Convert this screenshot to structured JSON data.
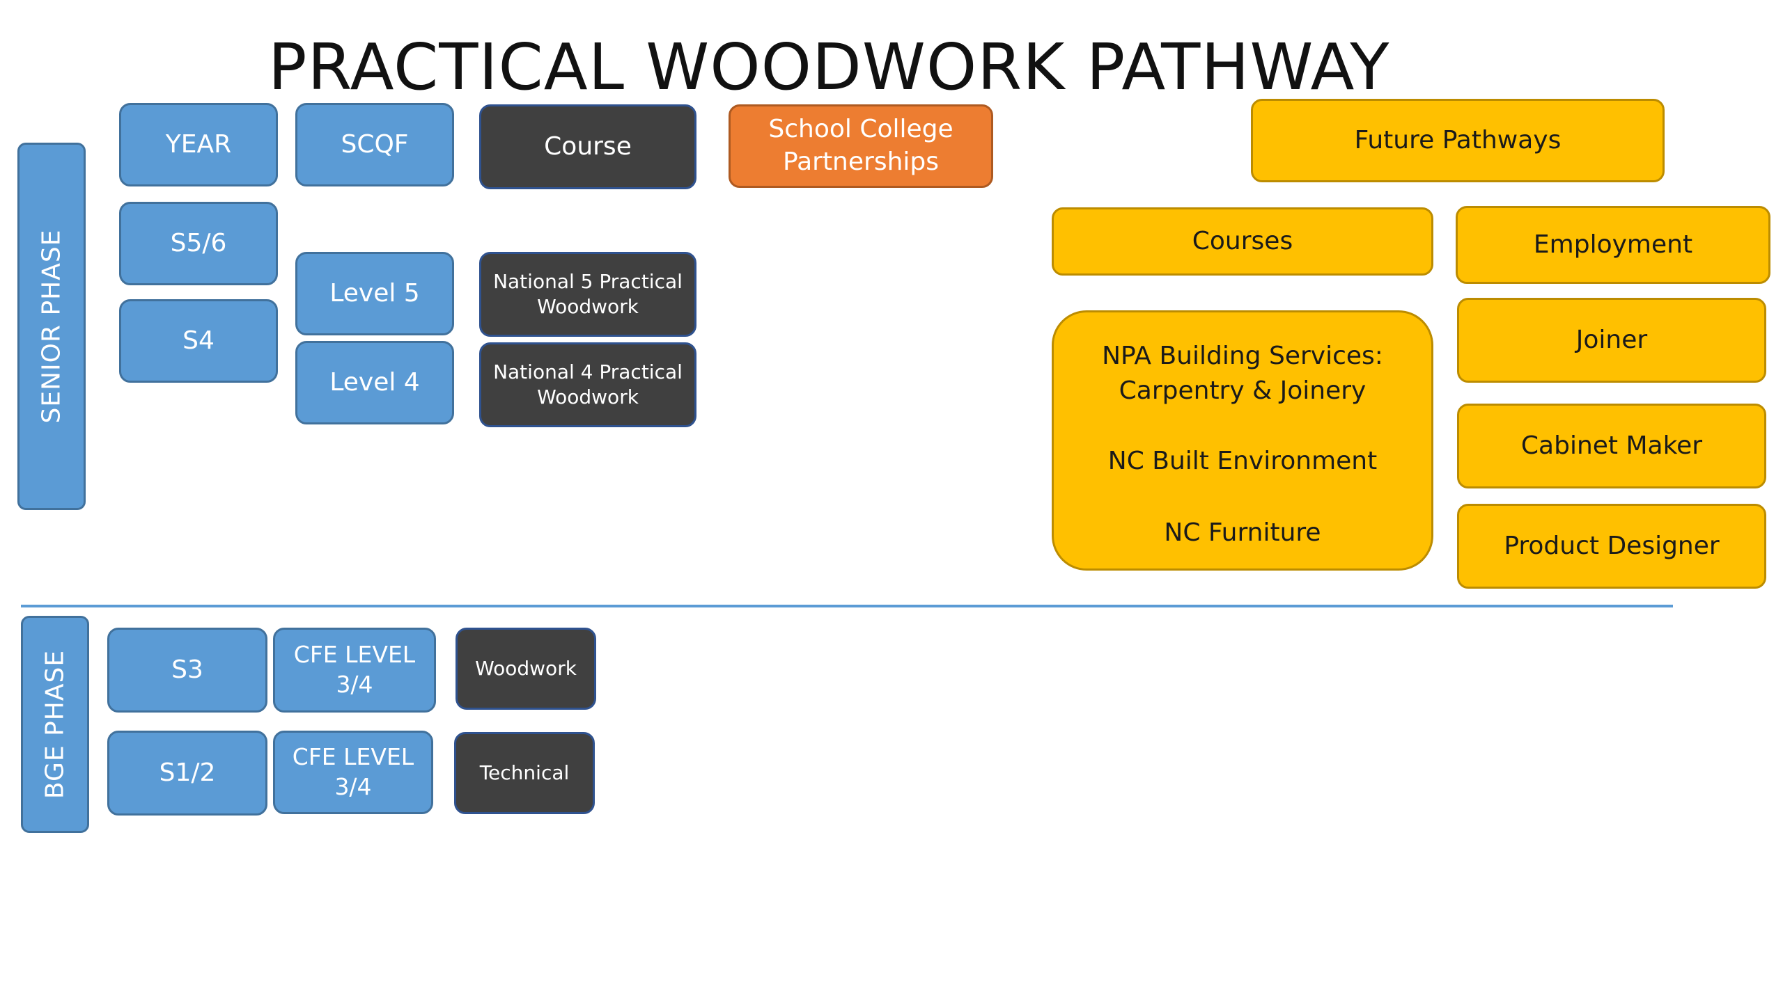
{
  "title": "PRACTICAL WOODWORK PATHWAY",
  "phases": {
    "senior": "SENIOR PHASE",
    "bge": "BGE PHASE"
  },
  "headers": {
    "year": "YEAR",
    "scqf": "SCQF",
    "course": "Course",
    "partnerships": "School College\nPartnerships",
    "future_pathways": "Future Pathways"
  },
  "senior": {
    "years": [
      "S5/6",
      "S4"
    ],
    "levels": [
      "Level 5",
      "Level 4"
    ],
    "courses": [
      "National 5 Practical\nWoodwork",
      "National 4 Practical\nWoodwork"
    ]
  },
  "future": {
    "courses_header": "Courses",
    "employment_header": "Employment",
    "course_list": {
      "item1": "NPA Building Services:\nCarpentry & Joinery",
      "item2": "NC Built Environment",
      "item3": "NC Furniture"
    },
    "jobs": [
      "Joiner",
      "Cabinet Maker",
      "Product Designer"
    ]
  },
  "bge": {
    "years": [
      "S3",
      "S1/2"
    ],
    "levels": [
      "CFE LEVEL\n3/4",
      "CFE LEVEL\n3/4"
    ],
    "courses": [
      "Woodwork",
      "Technical"
    ]
  },
  "colors": {
    "blue": "#5b9bd5",
    "dark": "#404040",
    "orange": "#ed7d31",
    "gold": "#ffc000"
  }
}
